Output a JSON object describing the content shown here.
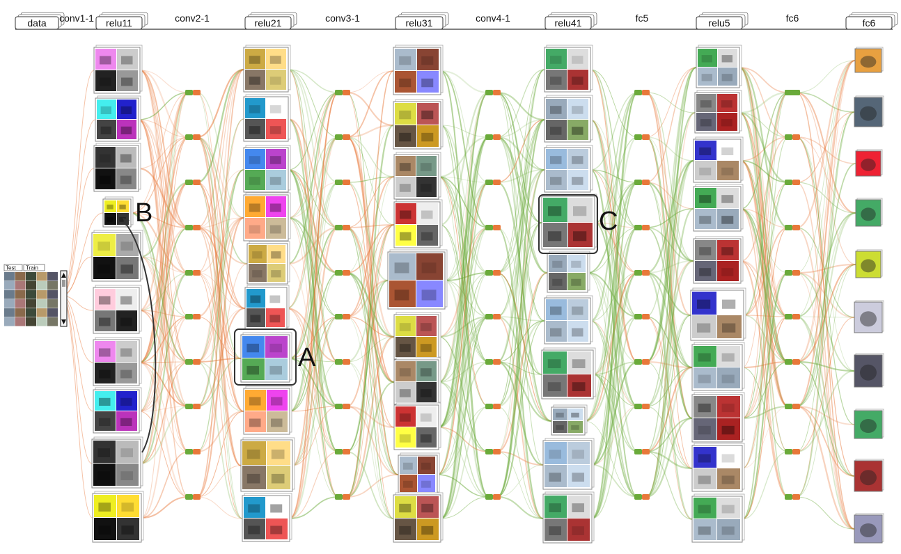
{
  "layers": [
    {
      "name": "data",
      "kind": "box"
    },
    {
      "name": "conv1-1",
      "kind": "text"
    },
    {
      "name": "relu11",
      "kind": "box"
    },
    {
      "name": "conv2-1",
      "kind": "text"
    },
    {
      "name": "relu21",
      "kind": "box"
    },
    {
      "name": "conv3-1",
      "kind": "text"
    },
    {
      "name": "relu31",
      "kind": "box"
    },
    {
      "name": "conv4-1",
      "kind": "text"
    },
    {
      "name": "relu41",
      "kind": "box"
    },
    {
      "name": "fc5",
      "kind": "text"
    },
    {
      "name": "relu5",
      "kind": "box"
    },
    {
      "name": "fc6",
      "kind": "text"
    },
    {
      "name": "fc6",
      "kind": "box"
    }
  ],
  "input_panel": {
    "tabs": [
      "Test",
      "Train"
    ]
  },
  "callouts": [
    "A",
    "B",
    "C"
  ],
  "colors": {
    "positive": "#6aaa3a",
    "negative": "#e8783a",
    "frame": "#555555",
    "callout": "#333333"
  },
  "cluster_palettes": {
    "relu11": [
      "#e8e",
      "#ccc",
      "#222",
      "#999",
      "#4ee",
      "#22c",
      "#444",
      "#b3b",
      "#333",
      "#bbb",
      "#111",
      "#888",
      "#ee2",
      "#fd3",
      "#111",
      "#333",
      "#ee4",
      "#aaa",
      "#111",
      "#777",
      "#fcd",
      "#eee",
      "#777",
      "#222"
    ],
    "relu21": [
      "#ca4",
      "#fd8",
      "#876",
      "#dc7",
      "#29c",
      "#fff",
      "#555",
      "#e55",
      "#48e",
      "#b4c",
      "#5a5",
      "#acd",
      "#fa3",
      "#e4e",
      "#fa8",
      "#cb9"
    ],
    "relu31": [
      "#abc",
      "#843",
      "#a53",
      "#88f",
      "#dd4",
      "#b55",
      "#654",
      "#c92",
      "#a86",
      "#798",
      "#ccc",
      "#333",
      "#c33",
      "#eee",
      "#ff4",
      "#666"
    ],
    "relu41": [
      "#4a6",
      "#ddd",
      "#777",
      "#a33",
      "#9ab",
      "#cde",
      "#666",
      "#8a6",
      "#9bd",
      "#bcd",
      "#abc",
      "#cde"
    ],
    "relu5": [
      "#4a5",
      "#ddd",
      "#abc",
      "#9ab",
      "#888",
      "#b33",
      "#667",
      "#a22",
      "#33c",
      "#fff",
      "#ccc",
      "#a86"
    ],
    "fc6": [
      "#e8a040",
      "#556677",
      "#e23",
      "#4a6",
      "#cd3",
      "#ccd",
      "#556",
      "#4a6",
      "#a33",
      "#99b"
    ]
  }
}
